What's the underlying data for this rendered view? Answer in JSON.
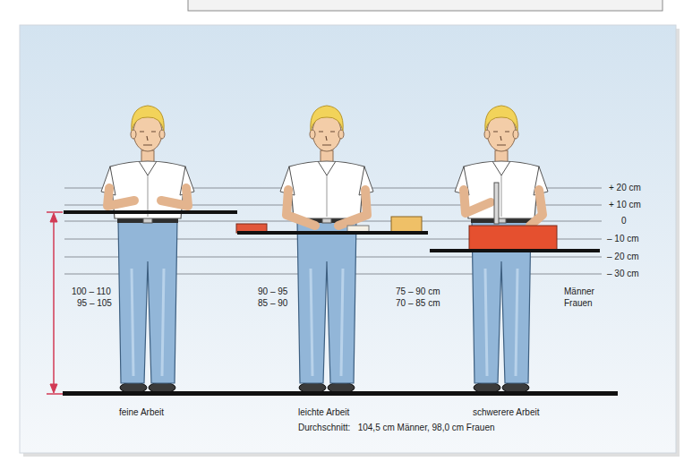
{
  "diagram": {
    "labels": [
      "+ 20 cm",
      "+ 10 cm",
      "0",
      "– 10 cm",
      "– 20 cm",
      "– 30 cm",
      "100 – 110",
      "95 – 105",
      "90 – 95",
      "85 – 90",
      "75 – 90 cm",
      "70 – 85 cm",
      "Männer",
      "Frauen",
      "feine Arbeit",
      "leichte Arbeit",
      "schwerere Arbeit",
      "Durchschnitt:   104,5 cm Männer, 98,0 cm Frauen"
    ]
  }
}
